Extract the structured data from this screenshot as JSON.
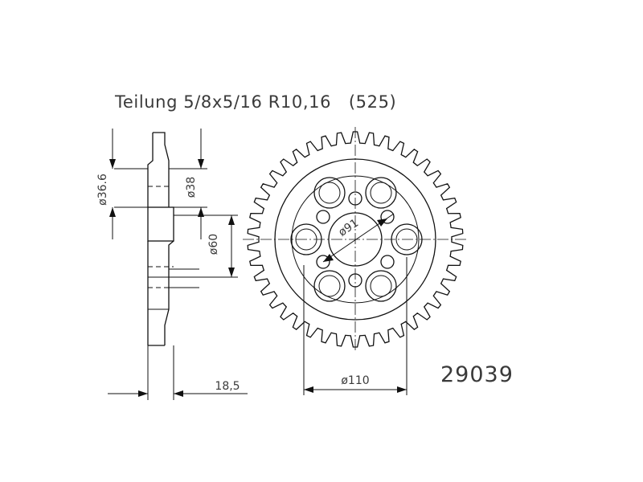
{
  "header": {
    "title": "Teilung 5/8x5/16 R10,16   (525)"
  },
  "dimensions": {
    "d36_6": "ø36.6",
    "d38": "ø38",
    "d60": "ø60",
    "d91": "ø91",
    "d110": "ø110",
    "width": "18,5"
  },
  "part_number": "29039",
  "sprocket": {
    "teeth": 42
  }
}
